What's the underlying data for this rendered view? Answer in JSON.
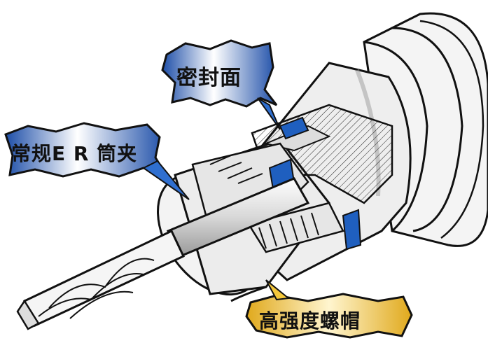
{
  "callouts": {
    "sealing_surface": "密封面",
    "standard_er_collet": "常规E R 筒夹",
    "high_strength_nut": "高强度螺帽"
  },
  "colors": {
    "outline": "#111111",
    "body": "#f2f2f2",
    "shade": "#c8c8c8",
    "accent_blue": "#1f5fbf",
    "callout_blue": "#2f6fd0",
    "callout_yellow": "#f4c73a"
  }
}
